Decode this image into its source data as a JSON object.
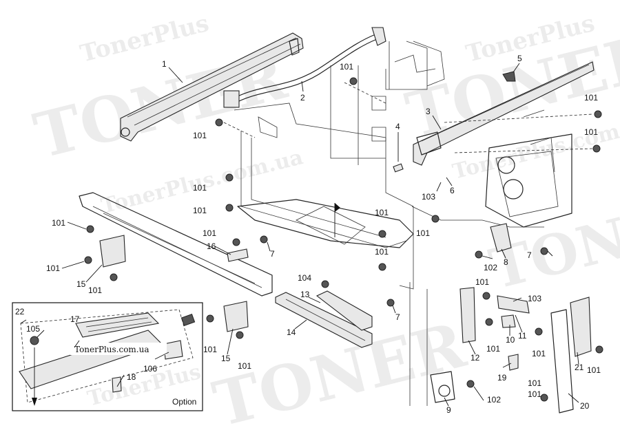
{
  "watermark": {
    "brand": "TonerPlus",
    "domain": "TonerPlus.com.ua",
    "big": "TONER"
  },
  "callouts": [
    {
      "id": "c1",
      "text": "1"
    },
    {
      "id": "c2",
      "text": "2"
    },
    {
      "id": "c3",
      "text": "3"
    },
    {
      "id": "c4",
      "text": "4"
    },
    {
      "id": "c5",
      "text": "5"
    },
    {
      "id": "c6",
      "text": "6"
    },
    {
      "id": "c7a",
      "text": "7"
    },
    {
      "id": "c7b",
      "text": "7"
    },
    {
      "id": "c7c",
      "text": "7"
    },
    {
      "id": "c8",
      "text": "8"
    },
    {
      "id": "c9",
      "text": "9"
    },
    {
      "id": "c10",
      "text": "10"
    },
    {
      "id": "c11",
      "text": "11"
    },
    {
      "id": "c12",
      "text": "12"
    },
    {
      "id": "c13",
      "text": "13"
    },
    {
      "id": "c14",
      "text": "14"
    },
    {
      "id": "c15a",
      "text": "15"
    },
    {
      "id": "c15b",
      "text": "15"
    },
    {
      "id": "c16",
      "text": "16"
    },
    {
      "id": "c17",
      "text": "17"
    },
    {
      "id": "c18",
      "text": "18"
    },
    {
      "id": "c19",
      "text": "19"
    },
    {
      "id": "c20",
      "text": "20"
    },
    {
      "id": "c21",
      "text": "21"
    },
    {
      "id": "c22",
      "text": "22"
    },
    {
      "id": "c101a",
      "text": "101"
    },
    {
      "id": "c101b",
      "text": "101"
    },
    {
      "id": "c101c",
      "text": "101"
    },
    {
      "id": "c101d",
      "text": "101"
    },
    {
      "id": "c101e",
      "text": "101"
    },
    {
      "id": "c101f",
      "text": "101"
    },
    {
      "id": "c101g",
      "text": "101"
    },
    {
      "id": "c101h",
      "text": "101"
    },
    {
      "id": "c101i",
      "text": "101"
    },
    {
      "id": "c101j",
      "text": "101"
    },
    {
      "id": "c101k",
      "text": "101"
    },
    {
      "id": "c101l",
      "text": "101"
    },
    {
      "id": "c101m",
      "text": "101"
    },
    {
      "id": "c101n",
      "text": "101"
    },
    {
      "id": "c101o",
      "text": "101"
    },
    {
      "id": "c101p",
      "text": "101"
    },
    {
      "id": "c101q",
      "text": "101"
    },
    {
      "id": "c101r",
      "text": "101"
    },
    {
      "id": "c101s",
      "text": "101"
    },
    {
      "id": "c101t",
      "text": "101"
    },
    {
      "id": "c101u",
      "text": "101"
    },
    {
      "id": "c102a",
      "text": "102"
    },
    {
      "id": "c102b",
      "text": "102"
    },
    {
      "id": "c103a",
      "text": "103"
    },
    {
      "id": "c103b",
      "text": "103"
    },
    {
      "id": "c104",
      "text": "104"
    },
    {
      "id": "c105",
      "text": "105"
    },
    {
      "id": "c106",
      "text": "106"
    }
  ],
  "option_box": {
    "label": "Option",
    "site_tag": "TonerPlus.com.ua"
  }
}
